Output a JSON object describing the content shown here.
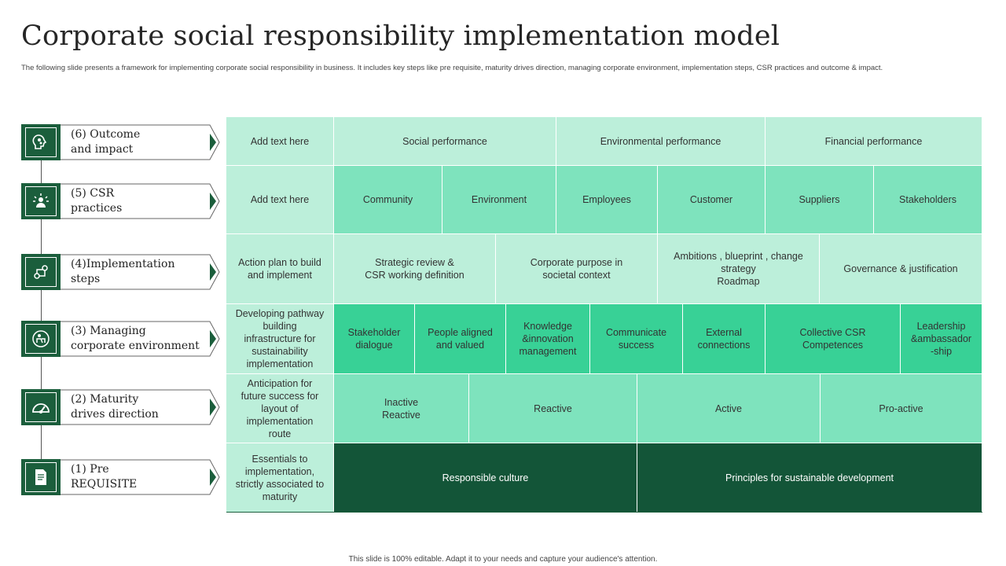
{
  "title": "Corporate social responsibility implementation model",
  "subtitle": "The following slide presents a framework for implementing corporate social responsibility in business. It includes key steps like pre requisite, maturity drives direction, managing corporate environment, implementation  steps, CSR  practices and outcome & impact.",
  "footer": "This slide is 100% editable. Adapt it to your needs and capture your audience's attention.",
  "colors": {
    "dark_green": "#1b5e3c",
    "light": "#bcefda",
    "mid": "#7ee3bd",
    "strong": "#38d196",
    "deep": "#135538"
  },
  "steps": [
    {
      "label": "(6) Outcome\nand impact",
      "icon": "idea-head-icon"
    },
    {
      "label": "(5) CSR\npractices",
      "icon": "person-network-icon"
    },
    {
      "label": "(4)Implementation\nsteps",
      "icon": "process-steps-icon"
    },
    {
      "label": "(3) Managing\ncorporate environment",
      "icon": "office-desk-icon"
    },
    {
      "label": "(2) Maturity\ndrives direction",
      "icon": "speedometer-icon"
    },
    {
      "label": "(1) Pre\nREQUISITE",
      "icon": "document-icon"
    }
  ],
  "rows": [
    {
      "first": "Add text here",
      "cells": [
        "Social performance",
        "Environmental  performance",
        "Financial performance"
      ]
    },
    {
      "first": "Add text here",
      "cells": [
        "Community",
        "Environment",
        "Employees",
        "Customer",
        "Suppliers",
        "Stakeholders"
      ]
    },
    {
      "first": "Action plan to build\nand implement",
      "cells": [
        "Strategic review  &\nCSR working definition",
        "Corporate  purpose in\nsocietal context",
        "Ambitions , blueprint  , change\nstrategy\nRoadmap",
        "Governance  & justification"
      ]
    },
    {
      "first": "Developing  pathway\nbuilding\ninfrastructure for\nsustainability\nimplementation",
      "cells": [
        "Stakeholder\ndialogue",
        "People aligned\nand valued",
        "Knowledge\n&innovation\nmanagement",
        "Communicate\nsuccess",
        "External\nconnections",
        "Collective CSR\nCompetences",
        "Leadership\n&ambassador\n-ship"
      ]
    },
    {
      "first": "Anticipation for\nfuture success for\nlayout of\nimplementation\nroute",
      "cells": [
        "Inactive\nReactive",
        "Reactive",
        "Active",
        "Pro-active"
      ]
    },
    {
      "first": "Essentials to\nimplementation,\nstrictly associated to\nmaturity",
      "cells": [
        "Responsible culture",
        "Principles for sustainable development"
      ]
    }
  ]
}
